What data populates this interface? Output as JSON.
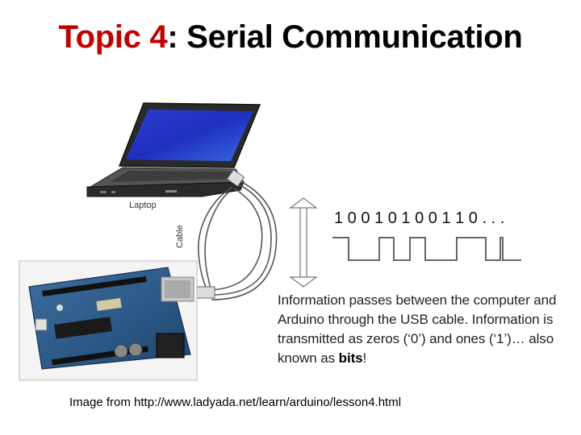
{
  "slide": {
    "title_prefix": "Topic ",
    "title_number": "4",
    "title_rest": ": Serial Communication",
    "accent_color": "#c00000"
  },
  "diagram": {
    "laptop_label": "Laptop",
    "cable_label": "Cable",
    "bits": "1 0 0 1 0 1 0 0 1 1 0 . . .",
    "info_line1": "Information passes between the computer and Arduino through the USB cable. Information is transmitted as zeros (‘0’) and ones (‘1’)… also known as ",
    "info_bold": "bits",
    "info_end": "!"
  },
  "footer": {
    "credit": "Image from http://www.ladyada.net/learn/arduino/lesson4.html"
  }
}
